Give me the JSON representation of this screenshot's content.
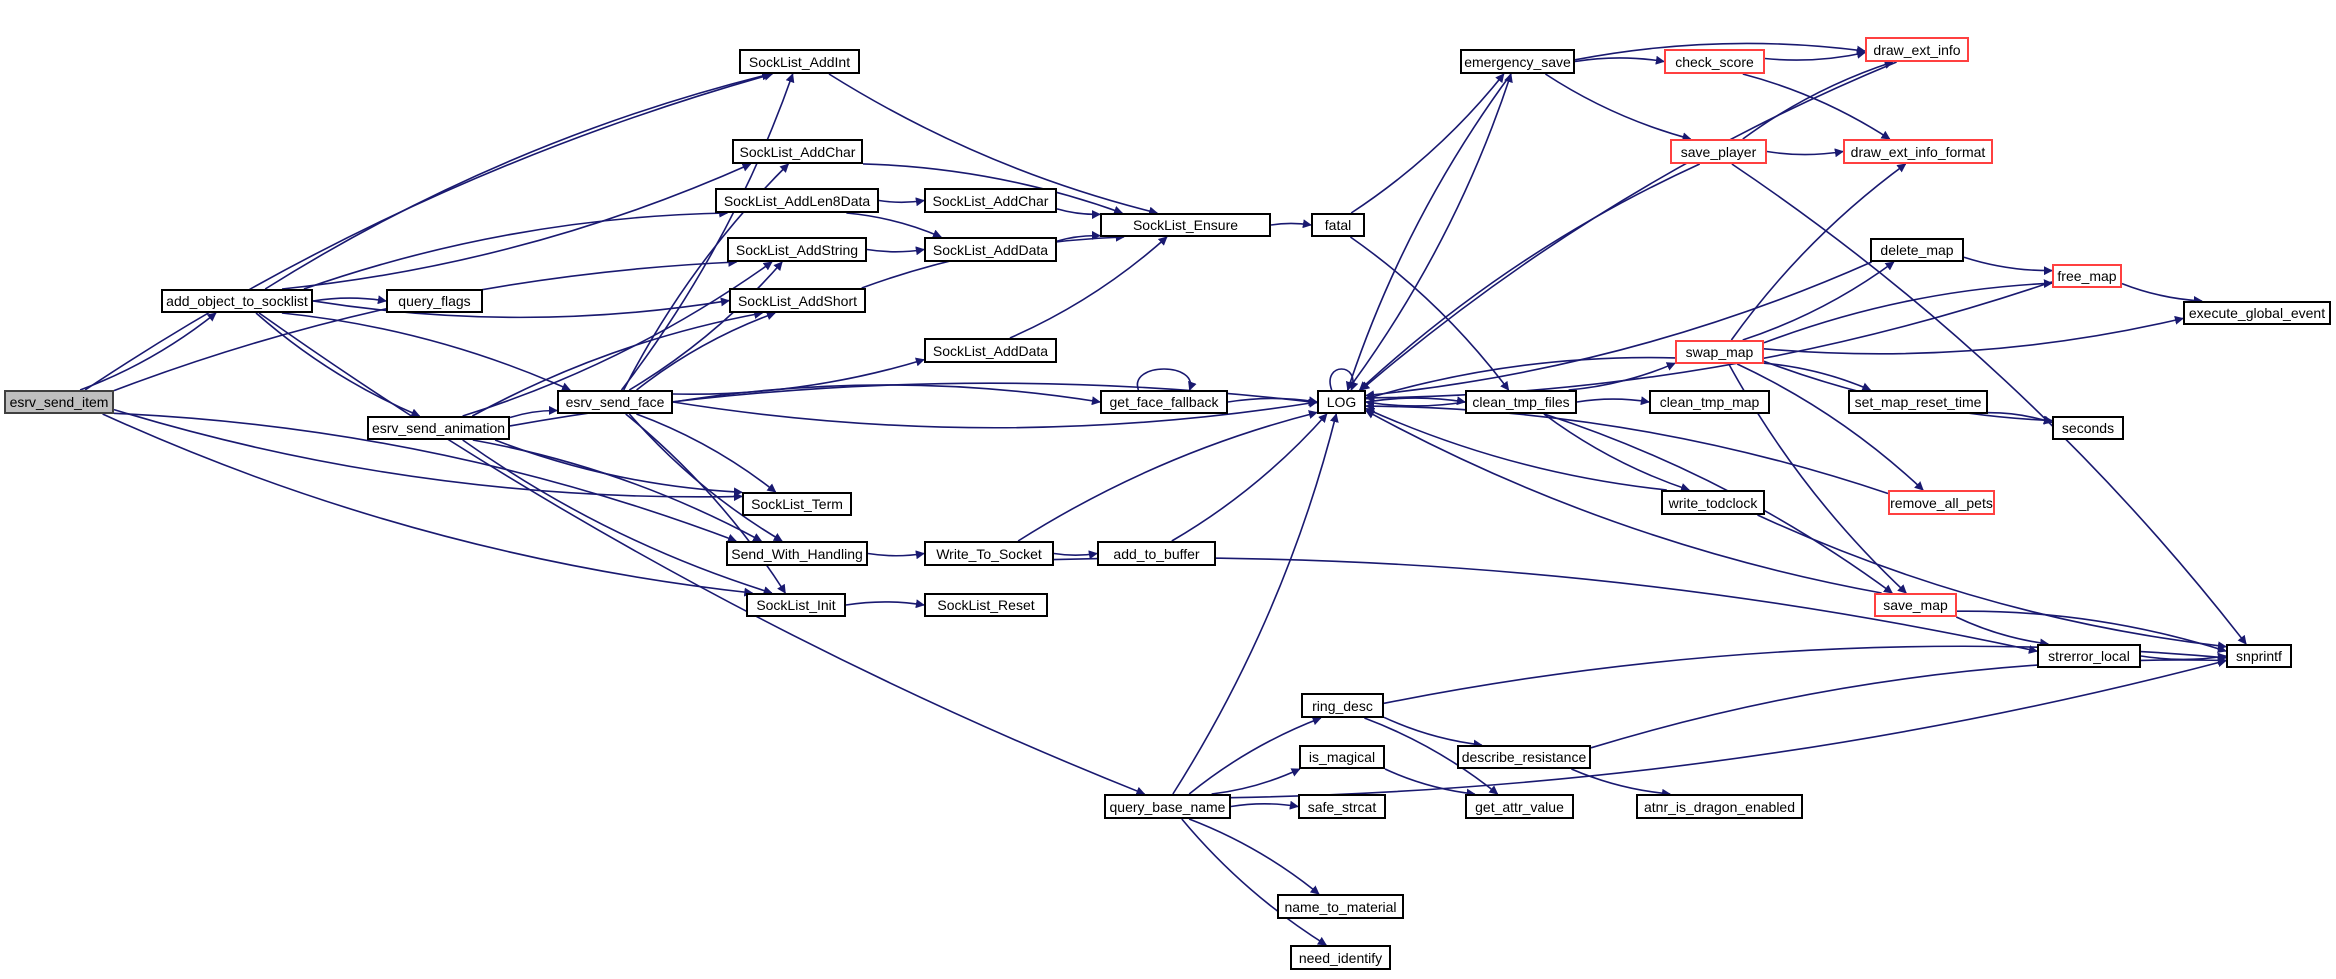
{
  "title": "Call graph for esrv_send_item",
  "colors": {
    "edge": "#191970",
    "node_border": "#000000",
    "truncated_border": "#ff4040",
    "root_fill": "#bfbfbf",
    "background": "#ffffff"
  },
  "nodes": [
    {
      "id": "esrv_send_item",
      "label": "esrv_send_item",
      "root": true
    },
    {
      "id": "add_object_to_socklist",
      "label": "add_object_to_socklist"
    },
    {
      "id": "query_flags",
      "label": "query_flags"
    },
    {
      "id": "esrv_send_animation",
      "label": "esrv_send_animation"
    },
    {
      "id": "esrv_send_face",
      "label": "esrv_send_face"
    },
    {
      "id": "SockList_AddInt",
      "label": "SockList_AddInt"
    },
    {
      "id": "SockList_AddChar",
      "label": "SockList_AddChar"
    },
    {
      "id": "SockList_AddLen8Data",
      "label": "SockList_AddLen8Data"
    },
    {
      "id": "SockList_AddString",
      "label": "SockList_AddString"
    },
    {
      "id": "SockList_AddShort",
      "label": "SockList_AddShort"
    },
    {
      "id": "SockList_AddChar_2",
      "label": "SockList_AddChar"
    },
    {
      "id": "SockList_AddData",
      "label": "SockList_AddData"
    },
    {
      "id": "SockList_AddData_2",
      "label": "SockList_AddData"
    },
    {
      "id": "SockList_Ensure",
      "label": "SockList_Ensure"
    },
    {
      "id": "fatal",
      "label": "fatal"
    },
    {
      "id": "get_face_fallback",
      "label": "get_face_fallback"
    },
    {
      "id": "LOG",
      "label": "LOG"
    },
    {
      "id": "SockList_Term",
      "label": "SockList_Term"
    },
    {
      "id": "Send_With_Handling",
      "label": "Send_With_Handling"
    },
    {
      "id": "Write_To_Socket",
      "label": "Write_To_Socket"
    },
    {
      "id": "add_to_buffer",
      "label": "add_to_buffer"
    },
    {
      "id": "SockList_Init",
      "label": "SockList_Init"
    },
    {
      "id": "SockList_Reset",
      "label": "SockList_Reset"
    },
    {
      "id": "query_base_name",
      "label": "query_base_name"
    },
    {
      "id": "emergency_save",
      "label": "emergency_save"
    },
    {
      "id": "check_score",
      "label": "check_score",
      "truncated": true
    },
    {
      "id": "save_player",
      "label": "save_player",
      "truncated": true
    },
    {
      "id": "draw_ext_info",
      "label": "draw_ext_info",
      "truncated": true
    },
    {
      "id": "draw_ext_info_format",
      "label": "draw_ext_info_format",
      "truncated": true
    },
    {
      "id": "clean_tmp_files",
      "label": "clean_tmp_files"
    },
    {
      "id": "clean_tmp_map",
      "label": "clean_tmp_map"
    },
    {
      "id": "swap_map",
      "label": "swap_map",
      "truncated": true
    },
    {
      "id": "delete_map",
      "label": "delete_map"
    },
    {
      "id": "free_map",
      "label": "free_map",
      "truncated": true
    },
    {
      "id": "execute_global_event",
      "label": "execute_global_event"
    },
    {
      "id": "set_map_reset_time",
      "label": "set_map_reset_time"
    },
    {
      "id": "seconds",
      "label": "seconds"
    },
    {
      "id": "remove_all_pets",
      "label": "remove_all_pets",
      "truncated": true
    },
    {
      "id": "write_todclock",
      "label": "write_todclock"
    },
    {
      "id": "save_map",
      "label": "save_map",
      "truncated": true
    },
    {
      "id": "strerror_local",
      "label": "strerror_local"
    },
    {
      "id": "snprintf",
      "label": "snprintf"
    },
    {
      "id": "ring_desc",
      "label": "ring_desc"
    },
    {
      "id": "is_magical",
      "label": "is_magical"
    },
    {
      "id": "describe_resistance",
      "label": "describe_resistance"
    },
    {
      "id": "safe_strcat",
      "label": "safe_strcat"
    },
    {
      "id": "get_attr_value",
      "label": "get_attr_value"
    },
    {
      "id": "atnr_is_dragon_enabled",
      "label": "atnr_is_dragon_enabled"
    },
    {
      "id": "name_to_material",
      "label": "name_to_material"
    },
    {
      "id": "need_identify",
      "label": "need_identify"
    }
  ],
  "edges": [
    [
      "esrv_send_item",
      "SockList_AddInt"
    ],
    [
      "esrv_send_item",
      "add_object_to_socklist"
    ],
    [
      "esrv_send_item",
      "SockList_AddString"
    ],
    [
      "esrv_send_item",
      "SockList_Term"
    ],
    [
      "esrv_send_item",
      "Send_With_Handling"
    ],
    [
      "esrv_send_item",
      "SockList_Init"
    ],
    [
      "add_object_to_socklist",
      "SockList_AddInt"
    ],
    [
      "add_object_to_socklist",
      "SockList_AddChar"
    ],
    [
      "add_object_to_socklist",
      "SockList_AddLen8Data"
    ],
    [
      "add_object_to_socklist",
      "SockList_AddShort"
    ],
    [
      "add_object_to_socklist",
      "query_flags"
    ],
    [
      "add_object_to_socklist",
      "esrv_send_animation"
    ],
    [
      "add_object_to_socklist",
      "esrv_send_face"
    ],
    [
      "add_object_to_socklist",
      "query_base_name"
    ],
    [
      "esrv_send_animation",
      "esrv_send_face"
    ],
    [
      "esrv_send_animation",
      "SockList_AddString"
    ],
    [
      "esrv_send_animation",
      "SockList_AddShort"
    ],
    [
      "esrv_send_animation",
      "SockList_Term"
    ],
    [
      "esrv_send_animation",
      "Send_With_Handling"
    ],
    [
      "esrv_send_animation",
      "SockList_Init"
    ],
    [
      "esrv_send_animation",
      "LOG"
    ],
    [
      "esrv_send_face",
      "SockList_AddInt"
    ],
    [
      "esrv_send_face",
      "SockList_AddChar"
    ],
    [
      "esrv_send_face",
      "SockList_AddString"
    ],
    [
      "esrv_send_face",
      "SockList_AddShort"
    ],
    [
      "esrv_send_face",
      "SockList_AddData_2"
    ],
    [
      "esrv_send_face",
      "get_face_fallback"
    ],
    [
      "esrv_send_face",
      "LOG"
    ],
    [
      "esrv_send_face",
      "SockList_Term"
    ],
    [
      "esrv_send_face",
      "Send_With_Handling"
    ],
    [
      "esrv_send_face",
      "SockList_Init"
    ],
    [
      "SockList_AddInt",
      "SockList_Ensure"
    ],
    [
      "SockList_AddChar",
      "SockList_Ensure"
    ],
    [
      "SockList_AddLen8Data",
      "SockList_AddChar_2"
    ],
    [
      "SockList_AddLen8Data",
      "SockList_AddData"
    ],
    [
      "SockList_AddString",
      "SockList_AddData"
    ],
    [
      "SockList_AddShort",
      "SockList_Ensure"
    ],
    [
      "SockList_AddChar_2",
      "SockList_Ensure"
    ],
    [
      "SockList_AddData",
      "SockList_Ensure"
    ],
    [
      "SockList_AddData_2",
      "SockList_Ensure"
    ],
    [
      "SockList_Ensure",
      "fatal"
    ],
    [
      "fatal",
      "emergency_save"
    ],
    [
      "fatal",
      "clean_tmp_files"
    ],
    [
      "get_face_fallback",
      "get_face_fallback"
    ],
    [
      "get_face_fallback",
      "LOG"
    ],
    [
      "Send_With_Handling",
      "Write_To_Socket"
    ],
    [
      "Write_To_Socket",
      "LOG"
    ],
    [
      "Write_To_Socket",
      "add_to_buffer"
    ],
    [
      "Write_To_Socket",
      "strerror_local"
    ],
    [
      "add_to_buffer",
      "LOG"
    ],
    [
      "SockList_Init",
      "SockList_Reset"
    ],
    [
      "query_base_name",
      "LOG"
    ],
    [
      "query_base_name",
      "ring_desc"
    ],
    [
      "query_base_name",
      "is_magical"
    ],
    [
      "query_base_name",
      "safe_strcat"
    ],
    [
      "query_base_name",
      "snprintf"
    ],
    [
      "query_base_name",
      "name_to_material"
    ],
    [
      "query_base_name",
      "need_identify"
    ],
    [
      "LOG",
      "LOG"
    ],
    [
      "LOG",
      "emergency_save"
    ],
    [
      "LOG",
      "clean_tmp_files"
    ],
    [
      "emergency_save",
      "LOG"
    ],
    [
      "emergency_save",
      "check_score"
    ],
    [
      "emergency_save",
      "save_player"
    ],
    [
      "emergency_save",
      "draw_ext_info"
    ],
    [
      "check_score",
      "draw_ext_info"
    ],
    [
      "check_score",
      "draw_ext_info_format"
    ],
    [
      "save_player",
      "LOG"
    ],
    [
      "save_player",
      "draw_ext_info"
    ],
    [
      "save_player",
      "draw_ext_info_format"
    ],
    [
      "save_player",
      "snprintf"
    ],
    [
      "draw_ext_info",
      "LOG"
    ],
    [
      "clean_tmp_files",
      "LOG"
    ],
    [
      "clean_tmp_files",
      "swap_map"
    ],
    [
      "clean_tmp_files",
      "clean_tmp_map"
    ],
    [
      "clean_tmp_files",
      "write_todclock"
    ],
    [
      "clean_tmp_files",
      "save_map"
    ],
    [
      "swap_map",
      "LOG"
    ],
    [
      "swap_map",
      "draw_ext_info_format"
    ],
    [
      "swap_map",
      "delete_map"
    ],
    [
      "swap_map",
      "free_map"
    ],
    [
      "swap_map",
      "execute_global_event"
    ],
    [
      "swap_map",
      "set_map_reset_time"
    ],
    [
      "swap_map",
      "seconds"
    ],
    [
      "swap_map",
      "remove_all_pets"
    ],
    [
      "swap_map",
      "save_map"
    ],
    [
      "delete_map",
      "LOG"
    ],
    [
      "delete_map",
      "free_map"
    ],
    [
      "free_map",
      "LOG"
    ],
    [
      "free_map",
      "execute_global_event"
    ],
    [
      "set_map_reset_time",
      "seconds"
    ],
    [
      "remove_all_pets",
      "LOG"
    ],
    [
      "write_todclock",
      "LOG"
    ],
    [
      "write_todclock",
      "snprintf"
    ],
    [
      "save_map",
      "LOG"
    ],
    [
      "save_map",
      "strerror_local"
    ],
    [
      "save_map",
      "snprintf"
    ],
    [
      "strerror_local",
      "snprintf"
    ],
    [
      "ring_desc",
      "snprintf"
    ],
    [
      "ring_desc",
      "describe_resistance"
    ],
    [
      "ring_desc",
      "get_attr_value"
    ],
    [
      "is_magical",
      "get_attr_value"
    ],
    [
      "describe_resistance",
      "snprintf"
    ],
    [
      "describe_resistance",
      "atnr_is_dragon_enabled"
    ]
  ]
}
